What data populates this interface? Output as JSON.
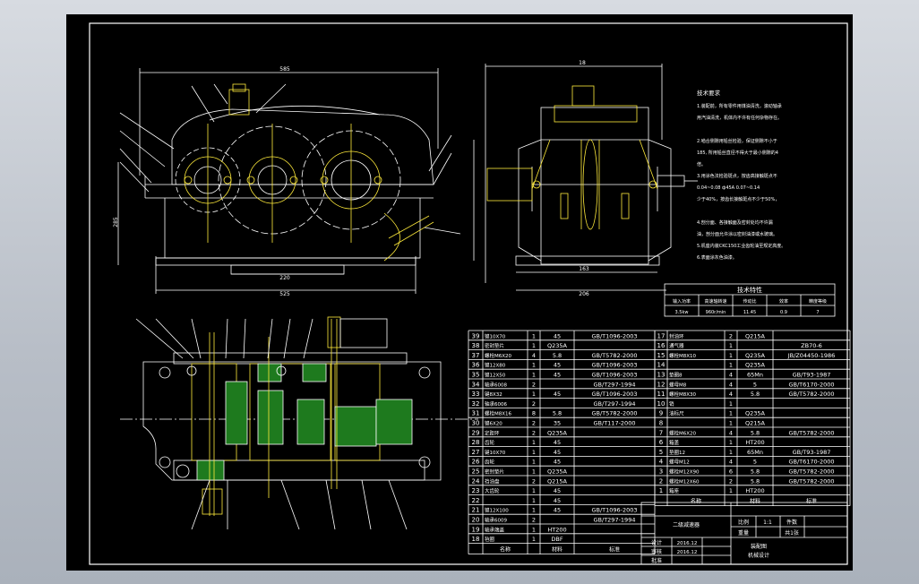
{
  "drawing": {
    "front_view_dims": {
      "overall_width": "585",
      "base_length_a": "220",
      "base_length_b": "525",
      "height": "285"
    },
    "side_view_dims": {
      "top": "18",
      "width_a": "163",
      "width_b": "206"
    },
    "tech_requirements": {
      "heading": "技术要求",
      "lines": [
        "1.装配前，所有零件用煤油清洗，滚动轴承",
        "用汽油清洗，机体内不许有任何杂物存在。",
        "",
        "2.啮合侧隙用铅丝检验，保证侧隙不小于",
        "185, 所用铅丝直径不得大于最小侧隙的4",
        "倍。",
        "3.用涂色法检验斑点，按齿高接触斑点不",
        "0.04~0.08 ф45A 0.07~0.14",
        "少于40%，按齿长接触斑点不少于50%，",
        "",
        "4.剖分面、各接触面及密封处均不许漏",
        "油，剖分面允许涂以密封油漆或水玻璃。",
        "5.机座内装CKC150工业齿轮油至规定高度。",
        "6.表面涂灰色油漆。"
      ]
    },
    "tech_spec": {
      "title": "技术特性",
      "headers": [
        "输入功率",
        "高速轴转速",
        "传动比",
        "效率",
        "精度等级"
      ],
      "values": [
        "3.5kw",
        "960r/min",
        "11.45",
        "0.9",
        "7"
      ]
    },
    "parts_left": [
      {
        "no": "39",
        "name": "键10X70",
        "qty": "1",
        "mat": "45",
        "std": "GB/T1096-2003"
      },
      {
        "no": "38",
        "name": "密封垫片",
        "qty": "1",
        "mat": "Q235A",
        "std": ""
      },
      {
        "no": "37",
        "name": "螺栓M6X20",
        "qty": "4",
        "mat": "5.8",
        "std": "GB/T5782-2000"
      },
      {
        "no": "36",
        "name": "键12X80",
        "qty": "1",
        "mat": "45",
        "std": "GB/T1096-2003"
      },
      {
        "no": "35",
        "name": "键12X50",
        "qty": "1",
        "mat": "45",
        "std": "GB/T1096-2003"
      },
      {
        "no": "34",
        "name": "轴承6008",
        "qty": "2",
        "mat": "",
        "std": "GB/T297-1994"
      },
      {
        "no": "33",
        "name": "键8X32",
        "qty": "1",
        "mat": "45",
        "std": "GB/T1096-2003"
      },
      {
        "no": "32",
        "name": "轴承6006",
        "qty": "2",
        "mat": "",
        "std": "GB/T297-1994"
      },
      {
        "no": "31",
        "name": "螺栓M8X16",
        "qty": "8",
        "mat": "5.8",
        "std": "GB/T5782-2000"
      },
      {
        "no": "30",
        "name": "键6X20",
        "qty": "2",
        "mat": "35",
        "std": "GB/T117-2000"
      },
      {
        "no": "29",
        "name": "定距环",
        "qty": "2",
        "mat": "Q235A",
        "std": ""
      },
      {
        "no": "28",
        "name": "齿轮",
        "qty": "1",
        "mat": "45",
        "std": ""
      },
      {
        "no": "27",
        "name": "键10X70",
        "qty": "1",
        "mat": "45",
        "std": ""
      },
      {
        "no": "26",
        "name": "齿轮",
        "qty": "1",
        "mat": "45",
        "std": ""
      },
      {
        "no": "25",
        "name": "密封垫片",
        "qty": "1",
        "mat": "Q235A",
        "std": ""
      },
      {
        "no": "24",
        "name": "挡油盘",
        "qty": "2",
        "mat": "Q215A",
        "std": ""
      },
      {
        "no": "23",
        "name": "大齿轮",
        "qty": "1",
        "mat": "45",
        "std": ""
      },
      {
        "no": "22",
        "name": "",
        "qty": "1",
        "mat": "45",
        "std": ""
      },
      {
        "no": "21",
        "name": "键12X100",
        "qty": "1",
        "mat": "45",
        "std": "GB/T1096-2003"
      },
      {
        "no": "20",
        "name": "轴承6009",
        "qty": "2",
        "mat": "",
        "std": "GB/T297-1994"
      },
      {
        "no": "19",
        "name": "轴承端盖",
        "qty": "1",
        "mat": "HT200",
        "std": ""
      },
      {
        "no": "18",
        "name": "毡圈",
        "qty": "1",
        "mat": "DBF",
        "std": ""
      }
    ],
    "parts_right": [
      {
        "no": "17",
        "name": "封油环",
        "qty": "2",
        "mat": "Q215A",
        "std": ""
      },
      {
        "no": "16",
        "name": "通气器",
        "qty": "1",
        "mat": "",
        "std": "ZB70-6"
      },
      {
        "no": "15",
        "name": "螺栓M8X10",
        "qty": "1",
        "mat": "Q235A",
        "std": "JB/Z04450-1986"
      },
      {
        "no": "14",
        "name": "",
        "qty": "1",
        "mat": "Q235A",
        "std": ""
      },
      {
        "no": "13",
        "name": "垫圈8",
        "qty": "4",
        "mat": "65Mn",
        "std": "GB/T93-1987"
      },
      {
        "no": "12",
        "name": "螺母M8",
        "qty": "4",
        "mat": "5",
        "std": "GB/T6170-2000"
      },
      {
        "no": "11",
        "name": "螺栓M8X30",
        "qty": "4",
        "mat": "5.8",
        "std": "GB/T5782-2000"
      },
      {
        "no": "10",
        "name": "销",
        "qty": "1",
        "mat": "",
        "std": ""
      },
      {
        "no": "9",
        "name": "油标尺",
        "qty": "1",
        "mat": "Q235A",
        "std": ""
      },
      {
        "no": "8",
        "name": "",
        "qty": "1",
        "mat": "Q215A",
        "std": ""
      },
      {
        "no": "7",
        "name": "螺栓M6X20",
        "qty": "4",
        "mat": "5.8",
        "std": "GB/T5782-2000"
      },
      {
        "no": "6",
        "name": "箱盖",
        "qty": "1",
        "mat": "HT200",
        "std": ""
      },
      {
        "no": "5",
        "name": "垫圈12",
        "qty": "1",
        "mat": "65Mn",
        "std": "GB/T93-1987"
      },
      {
        "no": "4",
        "name": "螺母M12",
        "qty": "4",
        "mat": "5",
        "std": "GB/T6170-2000"
      },
      {
        "no": "3",
        "name": "螺栓M12X90",
        "qty": "6",
        "mat": "5.8",
        "std": "GB/T5782-2000"
      },
      {
        "no": "2",
        "name": "螺栓M12X60",
        "qty": "2",
        "mat": "5.8",
        "std": "GB/T5782-2000"
      },
      {
        "no": "1",
        "name": "箱座",
        "qty": "1",
        "mat": "HT200",
        "std": ""
      }
    ],
    "parts_header": {
      "name": "名称",
      "material": "材料",
      "remark": "标准"
    },
    "title_block": {
      "project": "二级减速器",
      "scale_label": "比例",
      "scale": "1:1",
      "count_label": "件数",
      "weight_label": "重量",
      "sheet_label": "共1张",
      "design_label": "设计",
      "check_label": "审核",
      "approve_label": "批准",
      "date1": "2016.12",
      "date2": "2016.12",
      "school": "机械设计",
      "drawing_no": "装配图"
    }
  }
}
